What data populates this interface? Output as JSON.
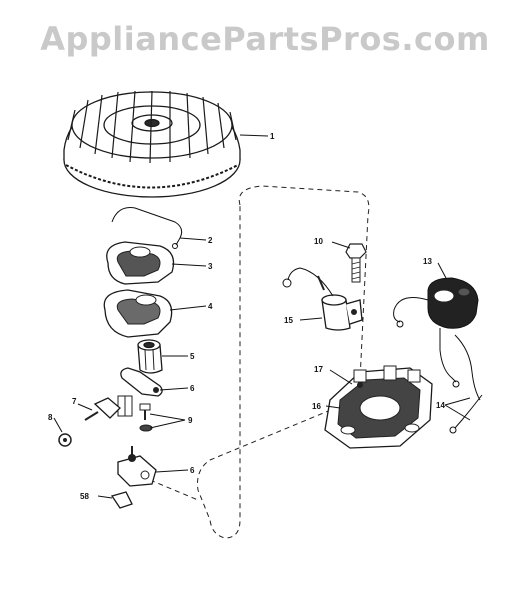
{
  "watermark": "AppliancePartsPros.com",
  "callouts": [
    {
      "id": "c1",
      "label": "1"
    },
    {
      "id": "c2",
      "label": "2"
    },
    {
      "id": "c3",
      "label": "3"
    },
    {
      "id": "c4",
      "label": "4"
    },
    {
      "id": "c5",
      "label": "5"
    },
    {
      "id": "c6a",
      "label": "6"
    },
    {
      "id": "c7",
      "label": "7"
    },
    {
      "id": "c8",
      "label": "8"
    },
    {
      "id": "c9",
      "label": "9"
    },
    {
      "id": "c6b",
      "label": "6"
    },
    {
      "id": "c58",
      "label": "58"
    },
    {
      "id": "c10",
      "label": "10"
    },
    {
      "id": "c13",
      "label": "13"
    },
    {
      "id": "c15",
      "label": "15"
    },
    {
      "id": "c17",
      "label": "17"
    },
    {
      "id": "c16",
      "label": "16"
    },
    {
      "id": "c14",
      "label": "14"
    }
  ]
}
